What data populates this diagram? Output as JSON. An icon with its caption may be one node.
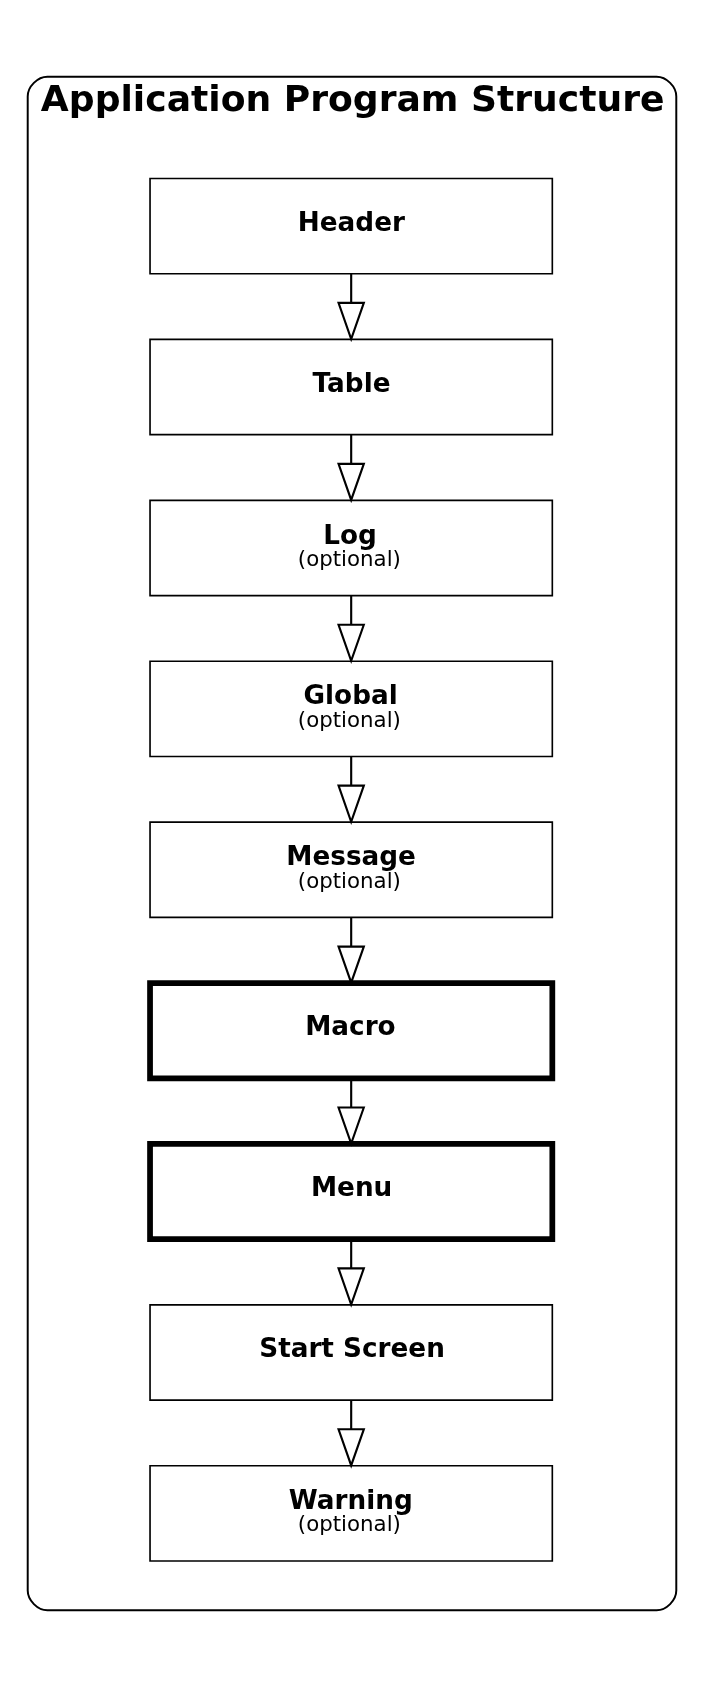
{
  "diagram": {
    "nodes": [
      {
        "text": [
          "Application Program Structure"
        ]
      },
      {
        "text": [
          "Header"
        ],
        "in": 0
      },
      {
        "text": [
          "Table"
        ],
        "in": 0
      },
      {
        "text": [
          "Log",
          "(optional)"
        ],
        "in": 0
      },
      {
        "text": [
          "Global",
          "(optional)"
        ],
        "in": 0
      },
      {
        "text": [
          "Message",
          "(optional)"
        ],
        "in": 0
      },
      {
        "text": [
          "Macro"
        ],
        "in": 0
      },
      {
        "text": [
          "Menu"
        ],
        "in": 0
      },
      {
        "text": [
          "Start Screen"
        ],
        "in": 0
      },
      {
        "text": [
          "Warning",
          "(optional)"
        ],
        "in": 0
      }
    ],
    "edges": [
      {
        "from": 1,
        "to": 2,
        "arrow": "to"
      },
      {
        "from": 2,
        "to": 3,
        "arrow": "to"
      },
      {
        "from": 3,
        "to": 4,
        "arrow": "to"
      },
      {
        "from": 4,
        "to": 5,
        "arrow": "to"
      },
      {
        "from": 5,
        "to": 6,
        "arrow": "to"
      },
      {
        "from": 6,
        "to": 7,
        "arrow": "to"
      },
      {
        "from": 7,
        "to": 8,
        "arrow": "to"
      },
      {
        "from": 8,
        "to": 9,
        "arrow": "to"
      }
    ]
  }
}
